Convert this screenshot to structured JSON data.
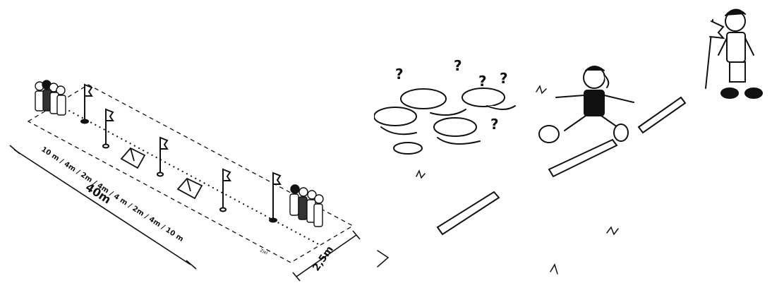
{
  "diagram": {
    "left": {
      "total_length_label": "40m",
      "segments_label": "10 m / 4m / 2m / 4m / 4 m / 2m / 4m / 10 m",
      "width_label": "2,5m",
      "small_label": "Ziel"
    },
    "right": {
      "question_marks": [
        "?",
        "?",
        "?",
        "?",
        "?"
      ]
    }
  },
  "colors": {
    "ink": "#111111",
    "paper": "#ffffff"
  }
}
